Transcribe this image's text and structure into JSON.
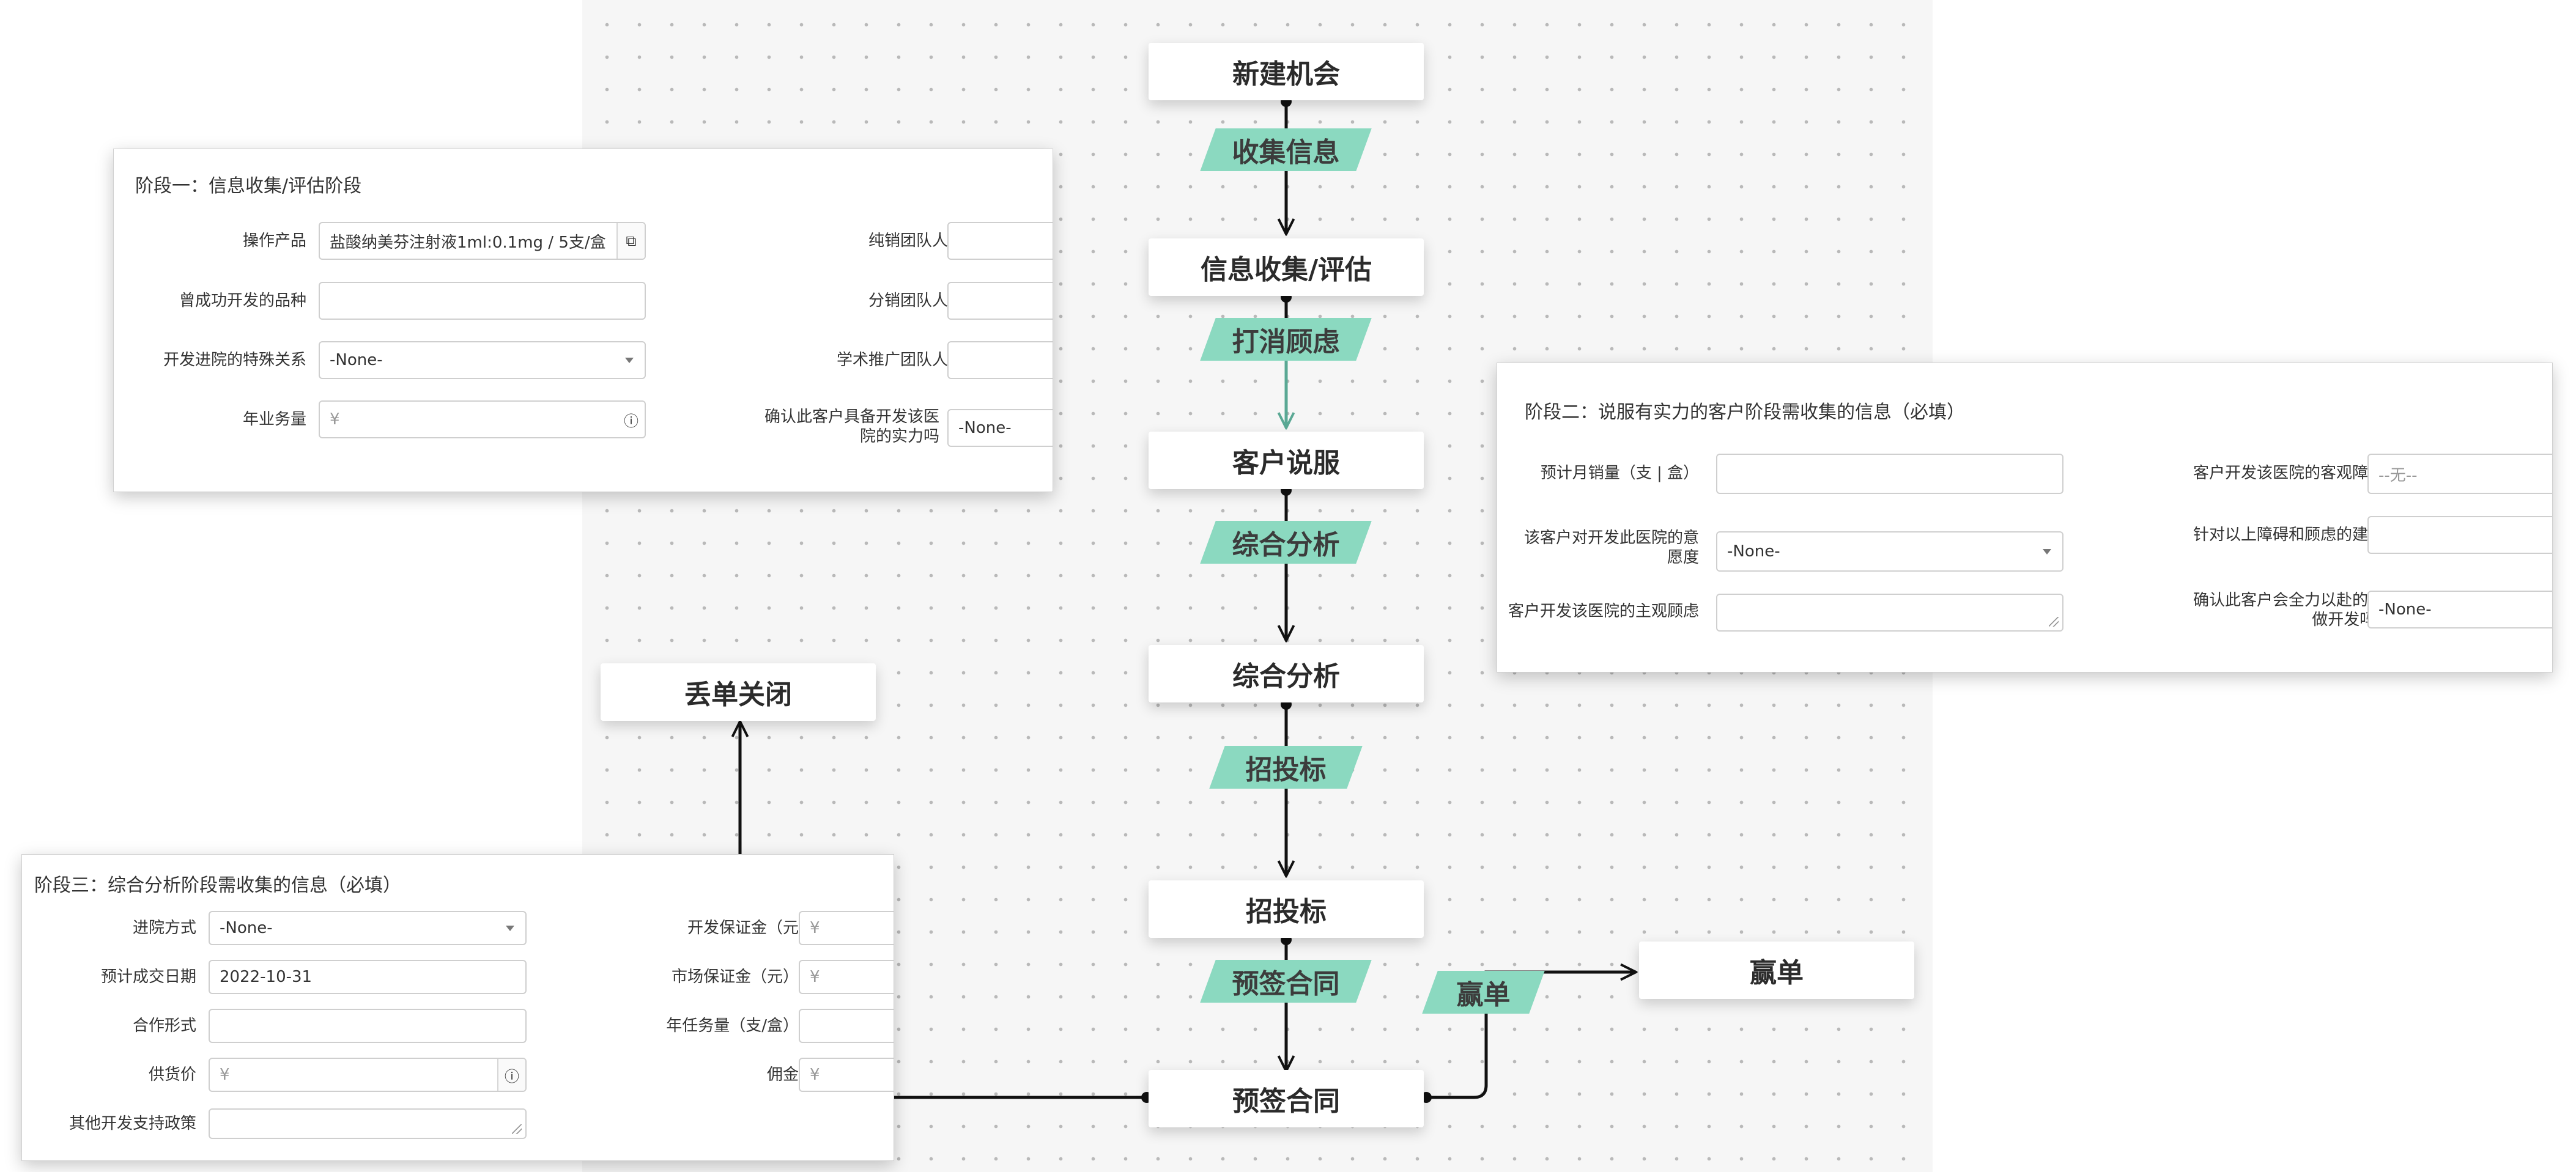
{
  "flow": {
    "stages": [
      "新建机会",
      "信息收集/评估",
      "客户说服",
      "综合分析",
      "招投标",
      "预签合同",
      "丢单关闭",
      "赢单"
    ],
    "transitions": [
      "收集信息",
      "打消顾虑",
      "综合分析",
      "招投标",
      "预签合同",
      "赢单"
    ]
  },
  "panel1": {
    "title": "阶段一：信息收集/评估阶段",
    "fields": [
      {
        "label": "操作产品",
        "value": "盐酸纳美芬注射液1ml:0.1mg / 5支/盒"
      },
      {
        "label": "曾成功开发的品种",
        "value": ""
      },
      {
        "label": "开发进院的特殊关系",
        "value": "-None-"
      },
      {
        "label": "年业务量",
        "value": "¥"
      },
      {
        "label": "纯销团队人数",
        "value": ""
      },
      {
        "label": "分销团队人数",
        "value": ""
      },
      {
        "label": "学术推广团队人数",
        "value": ""
      },
      {
        "label": "确认此客户具备开发该医院的实力吗",
        "value": "-None-"
      }
    ]
  },
  "panel2": {
    "title": "阶段二：说服有实力的客户阶段需收集的信息（必填）",
    "fields": [
      {
        "label": "预计月销量（支 | 盒）",
        "value": ""
      },
      {
        "label": "该客户对开发此医院的意愿度",
        "value": "-None-"
      },
      {
        "label": "客户开发该医院的主观顾虑",
        "value": ""
      },
      {
        "label": "客户开发该医院的客观障碍",
        "value": "--无--"
      },
      {
        "label": "针对以上障碍和顾虑的建议",
        "value": ""
      },
      {
        "label": "确认此客户会全力以赴的去做开发吗?",
        "value": "-None-"
      }
    ]
  },
  "panel3": {
    "title": "阶段三：综合分析阶段需收集的信息（必填）",
    "fields": [
      {
        "label": "进院方式",
        "value": "-None-"
      },
      {
        "label": "预计成交日期",
        "value": "2022-10-31"
      },
      {
        "label": "合作形式",
        "value": ""
      },
      {
        "label": "供货价",
        "value": "¥"
      },
      {
        "label": "其他开发支持政策",
        "value": ""
      },
      {
        "label": "开发保证金（元",
        "value": "¥"
      },
      {
        "label": "市场保证金（元）",
        "value": "¥"
      },
      {
        "label": "年任务量（支/盒）",
        "value": ""
      },
      {
        "label": "佣金",
        "value": "¥"
      }
    ]
  },
  "colors": {
    "transition": "#8bd9c0",
    "teal_arrow": "#5aa894",
    "canvas": "#f6f6f6"
  }
}
